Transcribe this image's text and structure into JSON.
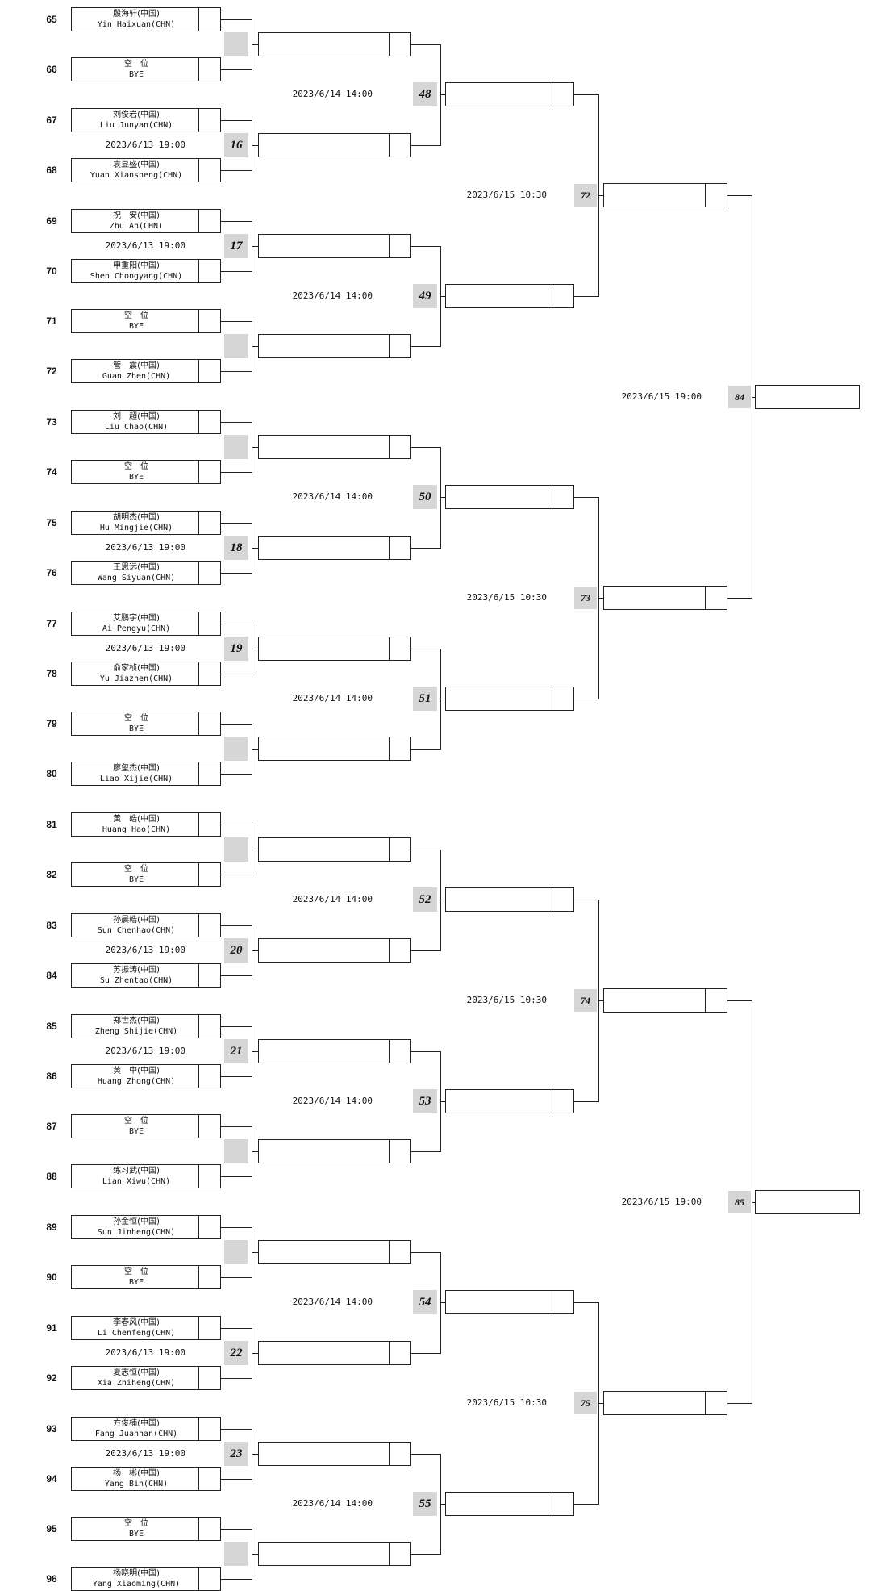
{
  "players": [
    {
      "seed": "65",
      "cn": "殷海轩(中国)",
      "en": "Yin Haixuan(CHN)"
    },
    {
      "seed": "66",
      "cn": "空　位",
      "en": "BYE"
    },
    {
      "seed": "67",
      "cn": "刘俊岩(中国)",
      "en": "Liu Junyan(CHN)"
    },
    {
      "seed": "68",
      "cn": "袁显盛(中国)",
      "en": "Yuan Xiansheng(CHN)"
    },
    {
      "seed": "69",
      "cn": "祝　安(中国)",
      "en": "Zhu An(CHN)"
    },
    {
      "seed": "70",
      "cn": "申重阳(中国)",
      "en": "Shen Chongyang(CHN)"
    },
    {
      "seed": "71",
      "cn": "空　位",
      "en": "BYE"
    },
    {
      "seed": "72",
      "cn": "管　震(中国)",
      "en": "Guan Zhen(CHN)"
    },
    {
      "seed": "73",
      "cn": "刘　超(中国)",
      "en": "Liu Chao(CHN)"
    },
    {
      "seed": "74",
      "cn": "空　位",
      "en": "BYE"
    },
    {
      "seed": "75",
      "cn": "胡明杰(中国)",
      "en": "Hu Mingjie(CHN)"
    },
    {
      "seed": "76",
      "cn": "王思远(中国)",
      "en": "Wang Siyuan(CHN)"
    },
    {
      "seed": "77",
      "cn": "艾鹏宇(中国)",
      "en": "Ai Pengyu(CHN)"
    },
    {
      "seed": "78",
      "cn": "俞家桢(中国)",
      "en": "Yu Jiazhen(CHN)"
    },
    {
      "seed": "79",
      "cn": "空　位",
      "en": "BYE"
    },
    {
      "seed": "80",
      "cn": "廖玺杰(中国)",
      "en": "Liao Xijie(CHN)"
    },
    {
      "seed": "81",
      "cn": "黄　皓(中国)",
      "en": "Huang Hao(CHN)"
    },
    {
      "seed": "82",
      "cn": "空　位",
      "en": "BYE"
    },
    {
      "seed": "83",
      "cn": "孙晨皓(中国)",
      "en": "Sun Chenhao(CHN)"
    },
    {
      "seed": "84",
      "cn": "苏振涛(中国)",
      "en": "Su Zhentao(CHN)"
    },
    {
      "seed": "85",
      "cn": "郑世杰(中国)",
      "en": "Zheng Shijie(CHN)"
    },
    {
      "seed": "86",
      "cn": "黄　中(中国)",
      "en": "Huang Zhong(CHN)"
    },
    {
      "seed": "87",
      "cn": "空　位",
      "en": "BYE"
    },
    {
      "seed": "88",
      "cn": "练习武(中国)",
      "en": "Lian Xiwu(CHN)"
    },
    {
      "seed": "89",
      "cn": "孙金恒(中国)",
      "en": "Sun Jinheng(CHN)"
    },
    {
      "seed": "90",
      "cn": "空　位",
      "en": "BYE"
    },
    {
      "seed": "91",
      "cn": "李春风(中国)",
      "en": "Li Chenfeng(CHN)"
    },
    {
      "seed": "92",
      "cn": "夏志恒(中国)",
      "en": "Xia Zhiheng(CHN)"
    },
    {
      "seed": "93",
      "cn": "方俊楠(中国)",
      "en": "Fang Juannan(CHN)"
    },
    {
      "seed": "94",
      "cn": "杨　彬(中国)",
      "en": "Yang Bin(CHN)"
    },
    {
      "seed": "95",
      "cn": "空　位",
      "en": "BYE"
    },
    {
      "seed": "96",
      "cn": "杨晓明(中国)",
      "en": "Yang Xiaoming(CHN)"
    }
  ],
  "round1": [
    {
      "num": "",
      "time": ""
    },
    {
      "num": "16",
      "time": "2023/6/13 19:00"
    },
    {
      "num": "17",
      "time": "2023/6/13 19:00"
    },
    {
      "num": "",
      "time": ""
    },
    {
      "num": "",
      "time": ""
    },
    {
      "num": "18",
      "time": "2023/6/13 19:00"
    },
    {
      "num": "19",
      "time": "2023/6/13 19:00"
    },
    {
      "num": "",
      "time": ""
    },
    {
      "num": "",
      "time": ""
    },
    {
      "num": "20",
      "time": "2023/6/13 19:00"
    },
    {
      "num": "21",
      "time": "2023/6/13 19:00"
    },
    {
      "num": "",
      "time": ""
    },
    {
      "num": "",
      "time": ""
    },
    {
      "num": "22",
      "time": "2023/6/13 19:00"
    },
    {
      "num": "23",
      "time": "2023/6/13 19:00"
    },
    {
      "num": "",
      "time": ""
    }
  ],
  "round2": [
    {
      "num": "48",
      "time": "2023/6/14 14:00"
    },
    {
      "num": "49",
      "time": "2023/6/14 14:00"
    },
    {
      "num": "50",
      "time": "2023/6/14 14:00"
    },
    {
      "num": "51",
      "time": "2023/6/14 14:00"
    },
    {
      "num": "52",
      "time": "2023/6/14 14:00"
    },
    {
      "num": "53",
      "time": "2023/6/14 14:00"
    },
    {
      "num": "54",
      "time": "2023/6/14 14:00"
    },
    {
      "num": "55",
      "time": "2023/6/14 14:00"
    }
  ],
  "round3": [
    {
      "num": "72",
      "time": "2023/6/15 10:30"
    },
    {
      "num": "73",
      "time": "2023/6/15 10:30"
    },
    {
      "num": "74",
      "time": "2023/6/15 10:30"
    },
    {
      "num": "75",
      "time": "2023/6/15 10:30"
    }
  ],
  "round4": [
    {
      "num": "84",
      "time": "2023/6/15 19:00"
    },
    {
      "num": "85",
      "time": "2023/6/15 19:00"
    }
  ]
}
